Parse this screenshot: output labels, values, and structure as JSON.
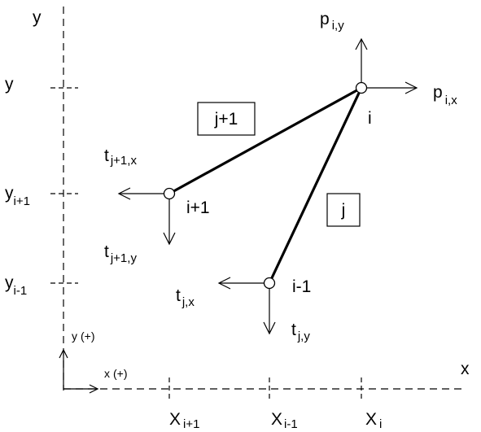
{
  "axes": {
    "y_axis": "y",
    "x_axis": "x",
    "y_pos_sym": "y",
    "y_pos_tag": "(+)",
    "x_pos_sym": "x",
    "x_pos_tag": "(+)"
  },
  "ticks": {
    "y_top": {
      "base": "y",
      "sub": ""
    },
    "y_i1": {
      "base": "y",
      "sub": "i+1"
    },
    "y_im1": {
      "base": "y",
      "sub": "i-1"
    },
    "x_i1": {
      "base": "X",
      "sub": "i+1"
    },
    "x_im1": {
      "base": "X",
      "sub": "i-1"
    },
    "x_i": {
      "base": "X",
      "sub": "i"
    }
  },
  "nodes": {
    "i": "i",
    "i1": "i+1",
    "im1": "i-1"
  },
  "members": {
    "j1": "j+1",
    "j": "j"
  },
  "forces": {
    "p_iy": {
      "base": "p",
      "sub": "i,y"
    },
    "p_ix": {
      "base": "p",
      "sub": "i,x"
    },
    "t_j1x": {
      "base": "t",
      "sub": "j+1,x"
    },
    "t_j1y": {
      "base": "t",
      "sub": "j+1,y"
    },
    "t_jx": {
      "base": "t",
      "sub": "j,x"
    },
    "t_jy": {
      "base": "t",
      "sub": "j,y"
    }
  }
}
